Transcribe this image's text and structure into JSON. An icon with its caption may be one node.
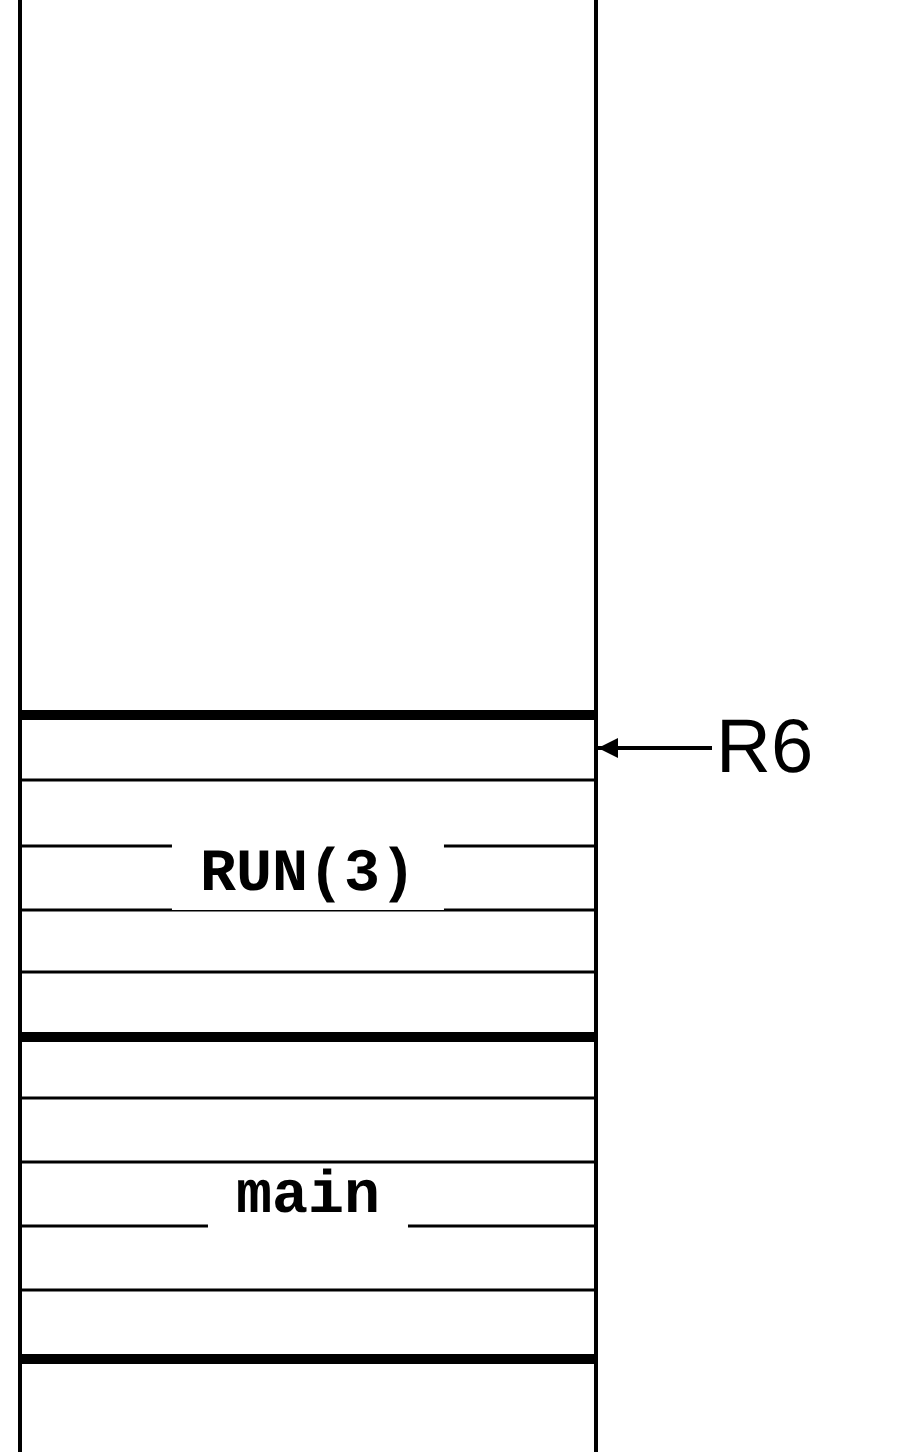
{
  "diagram": {
    "nodes": [
      {
        "text": [],
        "shape": "box"
      },
      {
        "text": [
          "RUN(3)"
        ],
        "in": 0
      },
      {
        "text": [
          "main"
        ],
        "in": 0
      },
      {
        "text": [
          "R6"
        ]
      }
    ],
    "edges": [
      {
        "from": 3,
        "to": 0,
        "arrow": "to"
      }
    ]
  }
}
